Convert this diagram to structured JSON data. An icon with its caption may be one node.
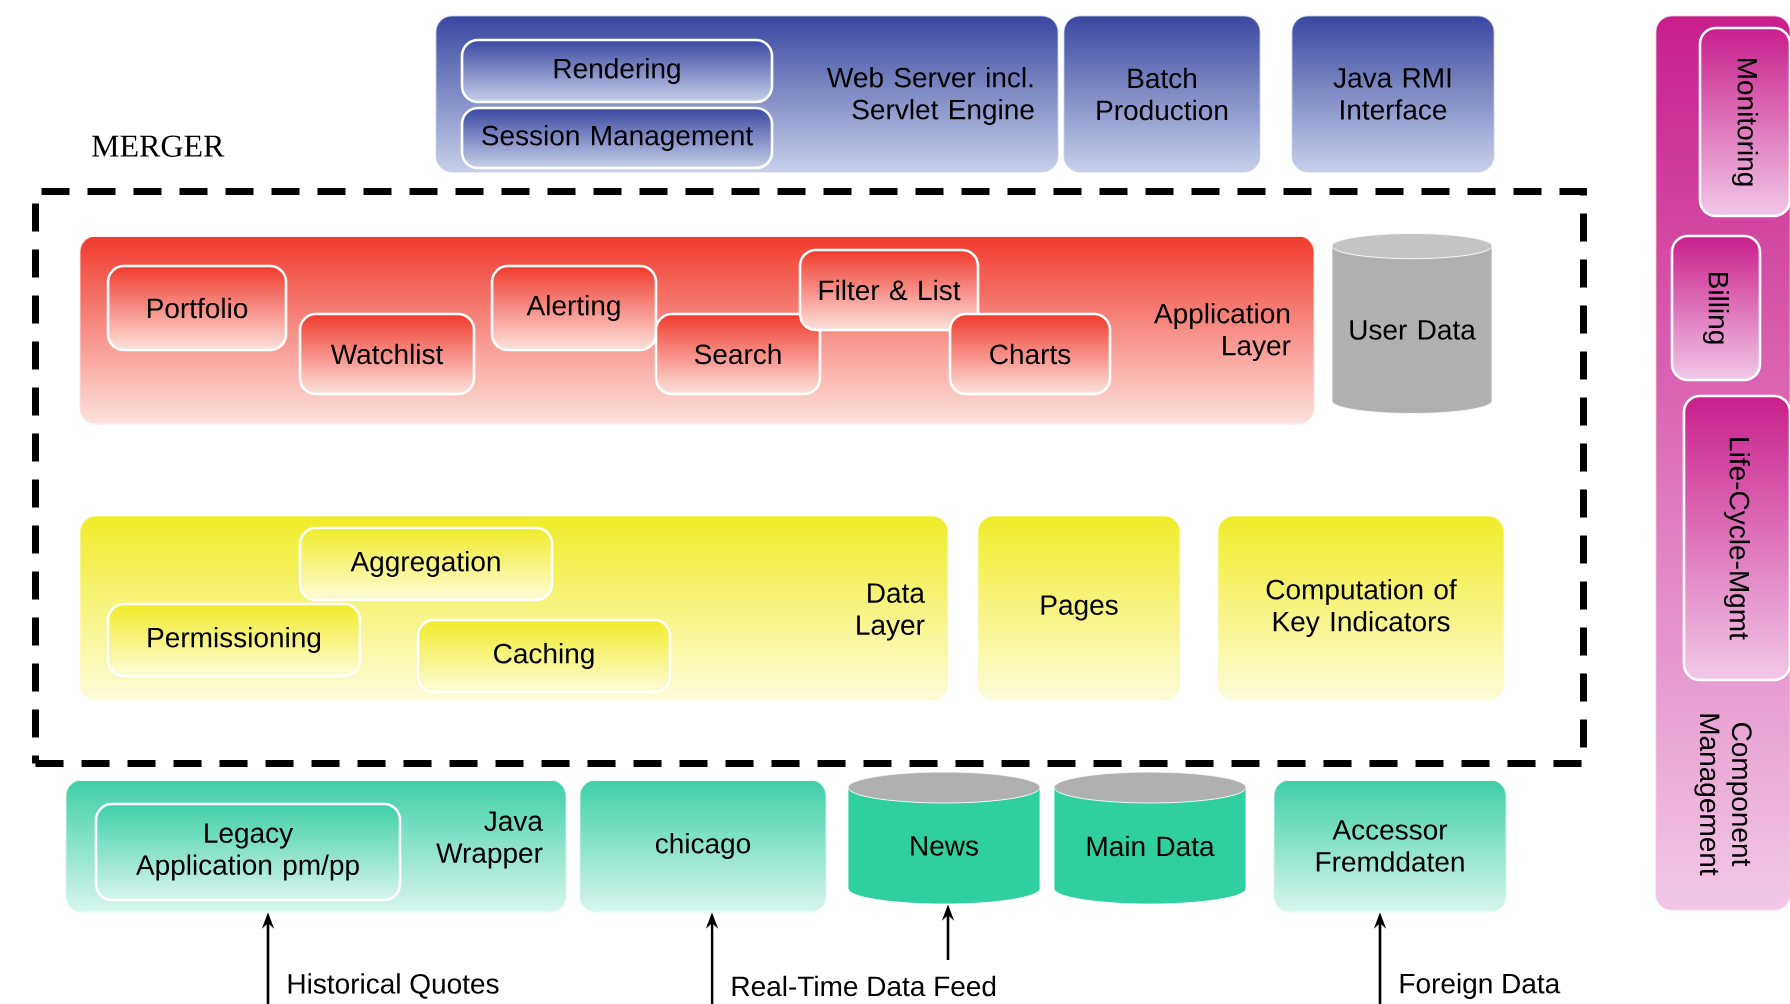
{
  "diagram": {
    "nodes": [
      {
        "text": [
          "Web Server incl. Servlet Engine"
        ]
      },
      {
        "text": [
          "Rendering"
        ],
        "in": 0
      },
      {
        "text": [
          "Session Management"
        ],
        "in": 0
      },
      {
        "text": [
          "Batch Production"
        ]
      },
      {
        "text": [
          "Java RMI Interface"
        ]
      },
      {
        "text": [
          "MERGER"
        ]
      },
      {
        "text": [
          "Application Layer"
        ],
        "in": 5
      },
      {
        "text": [
          "Portfolio"
        ],
        "in": 6
      },
      {
        "text": [
          "Watchlist"
        ],
        "in": 6
      },
      {
        "text": [
          "Alerting"
        ],
        "in": 6
      },
      {
        "text": [
          "Search"
        ],
        "in": 6
      },
      {
        "text": [
          "Filter & List"
        ],
        "in": 6
      },
      {
        "text": [
          "Charts"
        ],
        "in": 6
      },
      {
        "text": [
          "User Data"
        ],
        "in": 5
      },
      {
        "text": [
          "Data Layer"
        ],
        "in": 5
      },
      {
        "text": [
          "Aggregation"
        ],
        "in": 14
      },
      {
        "text": [
          "Permissioning"
        ],
        "in": 14
      },
      {
        "text": [
          "Caching"
        ],
        "in": 14
      },
      {
        "text": [
          "Pages"
        ],
        "in": 5
      },
      {
        "text": [
          "Computation of Key Indicators"
        ],
        "in": 5
      },
      {
        "text": [
          "Java Wrapper"
        ]
      },
      {
        "text": [
          "Legacy Application pm/pp"
        ],
        "in": 20
      },
      {
        "text": [
          "chicago"
        ]
      },
      {
        "text": [
          "News"
        ]
      },
      {
        "text": [
          "Main Data"
        ]
      },
      {
        "text": [
          "Accessor Fremddaten"
        ]
      },
      {
        "text": [
          "Component Management"
        ]
      },
      {
        "text": [
          "Monitoring"
        ],
        "in": 26
      },
      {
        "text": [
          "Billing"
        ],
        "in": 26
      },
      {
        "text": [
          "Life-Cycle-Mgmt"
        ],
        "in": 26
      }
    ],
    "edges": [
      {
        "from": null,
        "to": 20,
        "arrow": "to",
        "label": "Historical Quotes"
      },
      {
        "from": null,
        "to": 22,
        "arrow": "to",
        "label": "Real-Time Data Feed"
      },
      {
        "from": null,
        "to": 23,
        "arrow": "to"
      },
      {
        "from": null,
        "to": 25,
        "arrow": "to",
        "label": "Foreign Data"
      }
    ]
  }
}
